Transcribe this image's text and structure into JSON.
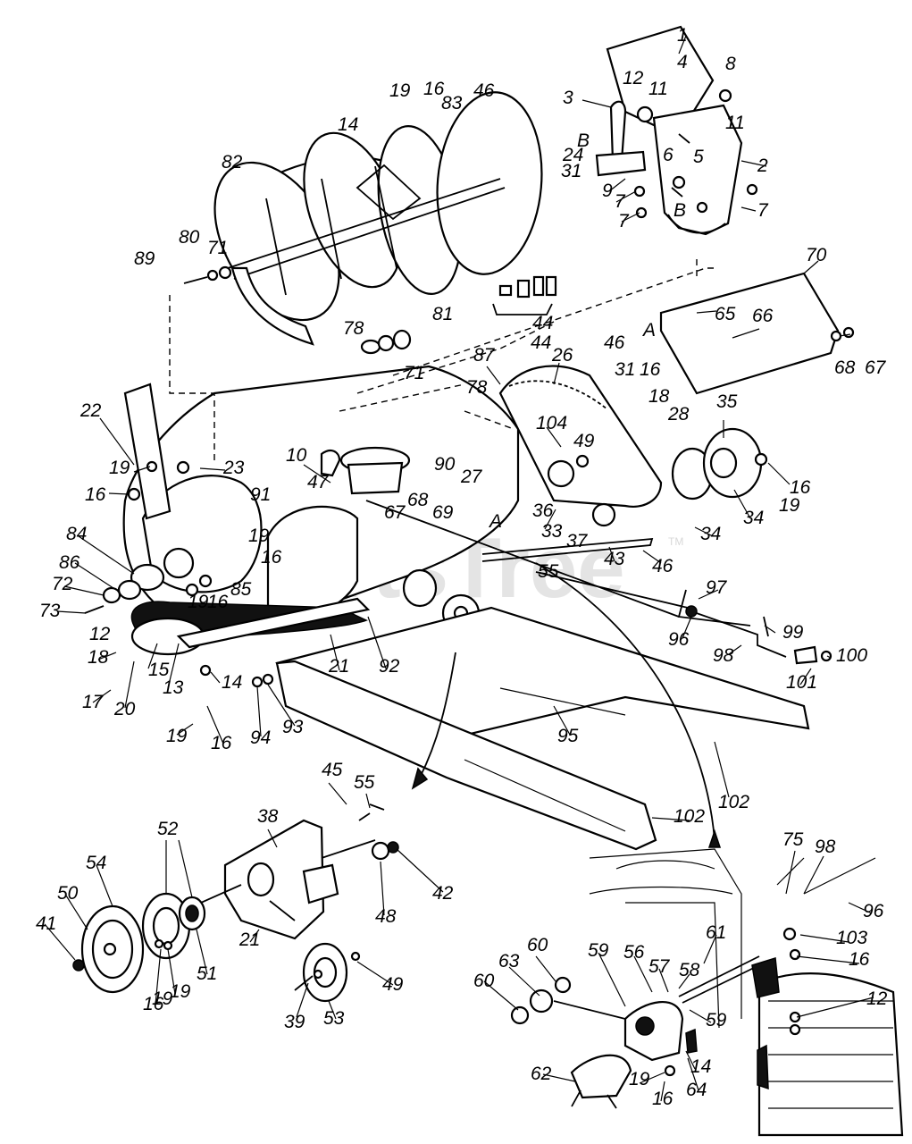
{
  "watermark": "PartsTree",
  "watermark_tm": "TM",
  "callouts": [
    "1",
    "2",
    "3",
    "4",
    "5",
    "6",
    "7",
    "7",
    "7",
    "8",
    "9",
    "10",
    "11",
    "11",
    "12",
    "12",
    "12",
    "13",
    "14",
    "14",
    "14",
    "15",
    "16",
    "16",
    "16",
    "16",
    "16",
    "16",
    "16",
    "16",
    "16",
    "16",
    "17",
    "18",
    "18",
    "19",
    "19",
    "19",
    "19",
    "19",
    "19",
    "19",
    "19",
    "19",
    "20",
    "21",
    "21",
    "22",
    "23",
    "24",
    "26",
    "27",
    "28",
    "31",
    "31",
    "33",
    "34",
    "34",
    "35",
    "36",
    "37",
    "38",
    "39",
    "41",
    "42",
    "43",
    "44",
    "44",
    "45",
    "46",
    "46",
    "46",
    "47",
    "48",
    "49",
    "49",
    "50",
    "51",
    "52",
    "53",
    "54",
    "55",
    "55",
    "56",
    "57",
    "58",
    "59",
    "59",
    "60",
    "60",
    "61",
    "62",
    "63",
    "64",
    "65",
    "66",
    "67",
    "67",
    "68",
    "68",
    "69",
    "70",
    "71",
    "71",
    "72",
    "73",
    "75",
    "78",
    "78",
    "80",
    "81",
    "82",
    "83",
    "84",
    "85",
    "86",
    "87",
    "89",
    "90",
    "91",
    "92",
    "93",
    "94",
    "95",
    "96",
    "96",
    "97",
    "98",
    "98",
    "99",
    "100",
    "101",
    "102",
    "102",
    "103",
    "104"
  ],
  "section_marks": [
    "A",
    "A",
    "B",
    "B"
  ]
}
